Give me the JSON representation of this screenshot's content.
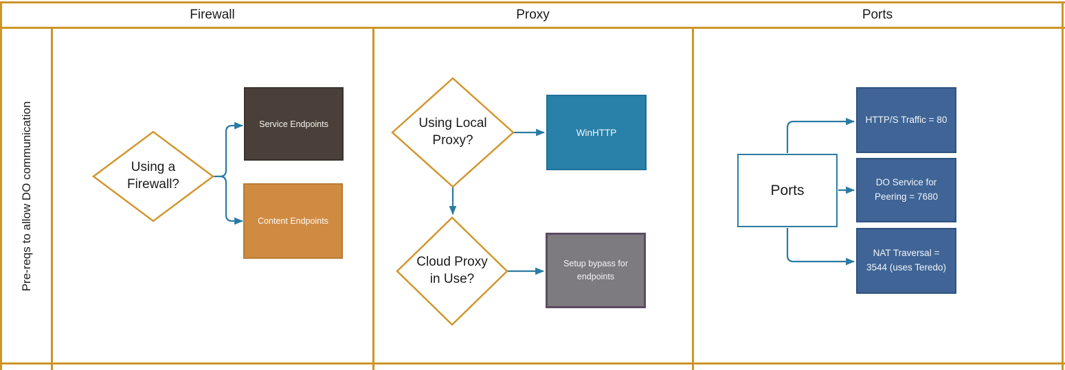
{
  "header": {
    "columns": [
      {
        "label": "Firewall"
      },
      {
        "label": "Proxy"
      },
      {
        "label": "Ports"
      }
    ]
  },
  "sidebar": {
    "label_line1": "Pre-reqs to",
    "label_line2": "allow DO communication"
  },
  "lanes": {
    "firewall": {
      "decision": {
        "line1": "Using a",
        "line2": "Firewall?"
      },
      "service_box": "Service Endpoints",
      "content_box": "Content Endpoints"
    },
    "proxy": {
      "decision_local": {
        "line1": "Using Local",
        "line2": "Proxy?"
      },
      "winhttp_box": "WinHTTP",
      "decision_cloud": {
        "line1": "Cloud Proxy",
        "line2": "in Use?"
      },
      "bypass_box": {
        "line1": "Setup bypass for",
        "line2": "endpoints"
      }
    },
    "ports": {
      "ports_box": "Ports",
      "port_http": "HTTP/S Traffic = 80",
      "port_do": {
        "line1": "DO Service for",
        "line2": "Peering = 7680"
      },
      "port_nat": {
        "line1": "NAT Traversal =",
        "line2": "3544 (uses Teredo)"
      }
    }
  },
  "colors": {
    "lane_border": "#CD9526",
    "diamond_border": "#D2952B",
    "connector": "#2B7BA2",
    "service_fill": "#4A4039",
    "content_fill": "#D08B42",
    "winhttp_fill": "#2980A8",
    "bypass_fill": "#7E7B80",
    "bypass_border": "#5C4A63",
    "port_fill": "#3F6495",
    "ports_box_border": "#2B7BA2"
  }
}
